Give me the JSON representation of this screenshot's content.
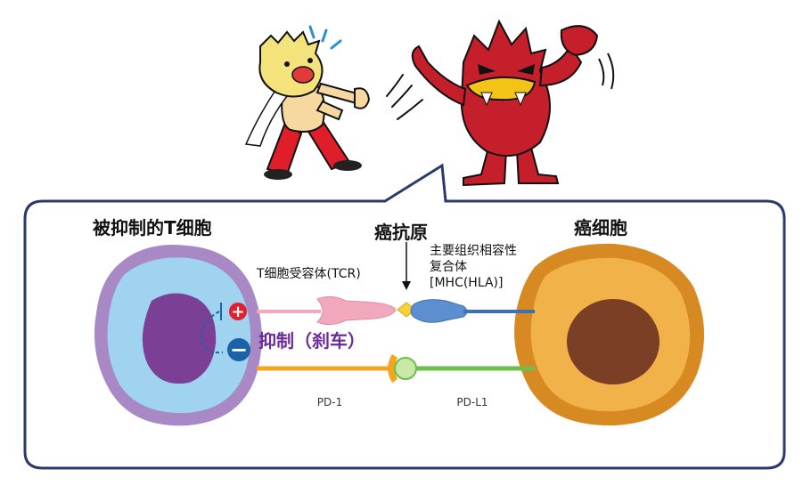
{
  "labels": {
    "suppressed_t_cell": "被抑制的T细胞",
    "cancer_antigen": "癌抗原",
    "cancer_cell": "癌细胞",
    "mhc_line1": "主要组织相容性",
    "mhc_line2": "复合体",
    "mhc_line3": "[MHC(HLA)]",
    "tcr": "T细胞受容体(TCR)",
    "inhibition": "抑制（刹车）",
    "pd1": "PD-1",
    "pdl1": "PD-L1",
    "plus_sign": "+",
    "minus_sign": "−"
  },
  "colors": {
    "frame": "#2b3a6e",
    "t_cell_membrane": "#a889c6",
    "t_cell_cytoplasm": "#9fd3ef",
    "t_cell_nucleus": "#7b3f95",
    "cancer_membrane": "#d88a22",
    "cancer_cytoplasm": "#f2b24a",
    "cancer_nucleus": "#7a3f24",
    "tcr_pink": "#f2a8bd",
    "mhc_blue": "#5b8fd0",
    "antigen_yellow": "#f7d234",
    "pd1_orange": "#f3a51e",
    "pdl1_green": "#6dbf4b",
    "plus_red": "#e02030",
    "minus_blue": "#1c62a8",
    "monster_red": "#c41f2b"
  }
}
